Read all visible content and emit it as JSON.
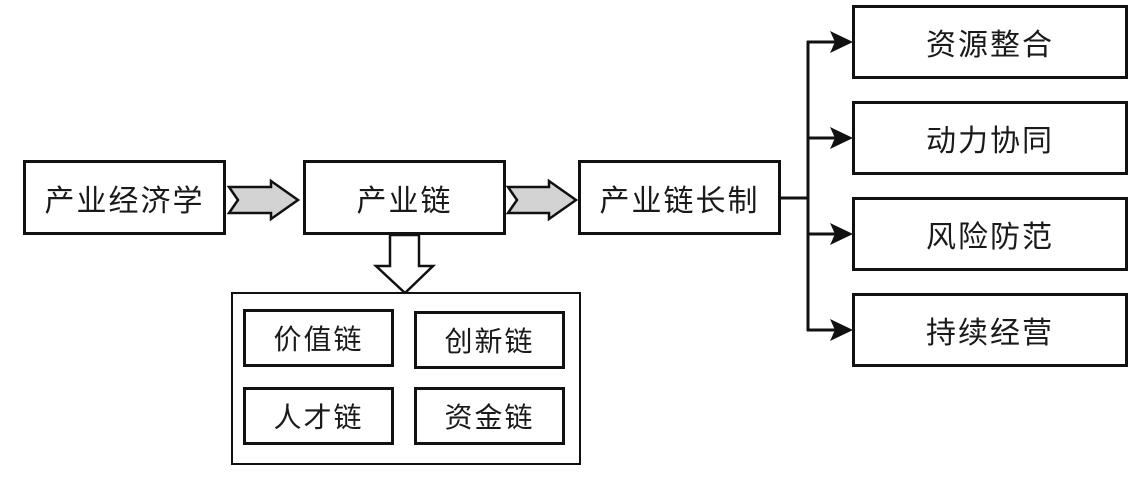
{
  "diagram": {
    "flow": [
      {
        "id": "industrial-economics",
        "label": "产业经济学"
      },
      {
        "id": "industrial-chain",
        "label": "产业链"
      },
      {
        "id": "chain-chief-system",
        "label": "产业链长制"
      }
    ],
    "sub_chains": [
      {
        "id": "value-chain",
        "label": "价值链"
      },
      {
        "id": "innovation-chain",
        "label": "创新链"
      },
      {
        "id": "talent-chain",
        "label": "人才链"
      },
      {
        "id": "capital-chain",
        "label": "资金链"
      }
    ],
    "outcomes": [
      {
        "id": "resource-integration",
        "label": "资源整合"
      },
      {
        "id": "dynamic-synergy",
        "label": "动力协同"
      },
      {
        "id": "risk-prevention",
        "label": "风险防范"
      },
      {
        "id": "sustainable-operation",
        "label": "持续经营"
      }
    ],
    "colors": {
      "stroke": "#111111",
      "block_arrow_fill": "#d3d3d3",
      "down_arrow_fill": "#ffffff",
      "background": "#ffffff"
    }
  }
}
